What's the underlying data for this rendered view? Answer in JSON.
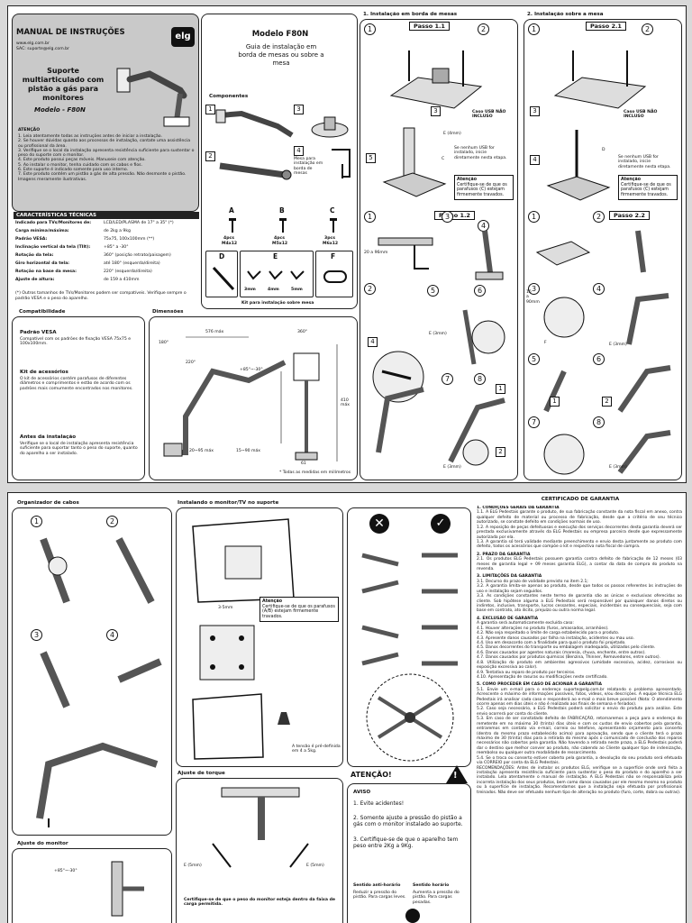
{
  "sheet1": {
    "manual": {
      "title": "MANUAL DE INSTRUÇÕES",
      "site": "www.elg.com.br",
      "sac": "SAC: suporte@elg.com.br",
      "product_title": "Suporte multiarticulado com pistão a gás para monitores",
      "model_line": "Modelo - F80N",
      "attention_title": "ATENÇÃO",
      "attention_items": [
        "1. Leia atentamente todas as instruções antes de iniciar a instalação.",
        "2. Se houver dúvidas quanto aos processos de instalação, contate uma assistência ou profissional da área.",
        "3. Verifique se o local da instalação apresenta resistência suficiente para sustentar o peso do suporte com o monitor.",
        "4. Este produto possui peças móveis. Manuseie com atenção.",
        "5. Ao instalar o monitor, tenha cuidado com os cabos e fios.",
        "6. Este suporte é indicado somente para uso interno.",
        "7. Este produto contém um pistão a gás de alta pressão. Não desmonte o pistão.",
        "Imagens meramente ilustrativas."
      ],
      "logo": "elg"
    },
    "model": {
      "title": "Modelo F80N",
      "subtitle": "Guia de instalação em borda de mesas ou sobre a mesa"
    },
    "components": {
      "title": "Componentes",
      "mesa_note": "Mesa para instalação em borda de mesas",
      "screws": [
        {
          "letter": "A",
          "qty": "4pcs",
          "size": "M4x12"
        },
        {
          "letter": "B",
          "qty": "4pcs",
          "size": "M5x12"
        },
        {
          "letter": "C",
          "qty": "3pcs",
          "size": "M6x12"
        }
      ],
      "d": "D",
      "e": "E",
      "f": "F",
      "hex_sizes": [
        "3mm",
        "4mm",
        "5mm"
      ],
      "kit_label": "Kit para instalação sobre mesa"
    },
    "specs": {
      "title": "CARACTERÍSTICAS TÉCNICAS",
      "rows": [
        {
          "k": "Indicado para TVs/Monitores de:",
          "v": "LCD/LED/PLASMA de 17\" a 35\" (*)"
        },
        {
          "k": "Carga mínima/máxima:",
          "v": "de 2kg a 9kg"
        },
        {
          "k": "Padrão VESA:",
          "v": "75x75, 100x100mm (**)"
        },
        {
          "k": "Inclinação vertical da tela (TIlt):",
          "v": "+85° a -30°"
        },
        {
          "k": "Rotação da tela:",
          "v": "360° (posição retrato/paisagem)"
        },
        {
          "k": "Giro horizontal da tela:",
          "v": "até 180° (esquerda/direita)"
        },
        {
          "k": "Rotação na base da mesa:",
          "v": "220° (esquerda/direita)"
        },
        {
          "k": "Ajuste de altura:",
          "v": "de 159 a 410mm"
        }
      ],
      "footnote": "(*) Outros tamanhos de TVs/Monitores podem ser compatíveis. Verifique sempre o padrão VESA e o peso do aparelho."
    },
    "compat": {
      "title": "Compatibilidade",
      "vesa_title": "Padrão VESA",
      "vesa_text": "Compatível com os padrões de fixação VESA 75x75 e 100x100mm.",
      "kit_title": "Kit de acessórios",
      "kit_text": "O kit de acessórios contém parafusos de diferentes diâmetros e comprimentos e estão de acordo com os padrões mais comumente encontrados nos monitores.",
      "inst_title": "Antes da instalação",
      "inst_text": "Verifique se o local de instalação apresenta resistência suficiente para suportar tanto o peso do suporte, quanto do aparelho a ser instalado."
    },
    "dims": {
      "title": "Dimensões",
      "labels": [
        "576 máx",
        "360°",
        "+85°~-30°",
        "180°",
        "220°",
        "410 máx",
        "20~95 máx",
        "15~90 máx",
        "61"
      ],
      "note": "* Todas as medidas em milímetros"
    },
    "install1": {
      "title": "1. Instalação em borda de mesas",
      "passo11": "Passo 1.1",
      "passo12": "Passo 1.2",
      "usb_note": "Caso USB NÃO INCLUSO",
      "usb_note2": "Se nenhum USB for instalado, inicie diretamente nesta etapa.",
      "attention": "Atenção",
      "attention_text": "Certifique-se de que os parafusos (C) estejam firmemente travados.",
      "e_label": "E (4mm)",
      "c_label": "C",
      "range": "20 a 96mm",
      "e3": "E (3mm)"
    },
    "install2": {
      "title": "2. Instalação sobre a mesa",
      "passo21": "Passo 2.1",
      "passo22": "Passo 2.2",
      "usb_note": "Caso USB NÃO INCLUSO",
      "usb_note2": "Se nenhum USB for instalado, inicie diretamente nesta etapa.",
      "attention": "Atenção",
      "attention_text": "Certifique-se de que os parafusos (C) estejam firmemente travados.",
      "d_label": "D",
      "range": "15 a 90mm",
      "f_label": "F",
      "e3": "E (3mm)"
    }
  },
  "sheet2": {
    "organizer": {
      "title": "Organizador de cabos"
    },
    "installing": {
      "title": "Instalando o monitor/TV no suporte",
      "attention": "Atenção",
      "attention_text": "Certifique-se de que os parafusos (A/B) estejam firmemente travados.",
      "hex": "3-5mm",
      "weight_note": "A tensão é pré-definida em 4 a 5kg."
    },
    "torque": {
      "title": "Ajuste de torque",
      "e_left": "E (5mm)",
      "e_right": "E (5mm)",
      "decrease": "Sentido anti-horário",
      "decrease_sub": "Reduzir a pressão do pistão. Para cargas leves.",
      "increase": "Sentido horário",
      "increase_sub": "Aumenta a pressão do pistão. Para cargas pesadas.",
      "footer": "Certifique-se de que o peso do monitor esteja dentro da faixa de carga permitida."
    },
    "monitor_adj": {
      "title": "Ajuste do monitor",
      "angle": "+85°~-30°"
    },
    "warning": {
      "title": "ATENÇÃO!",
      "aviso": "AVISO",
      "items": [
        "1. Evite acidentes!",
        "2. Somente ajuste a pressão do pistão a gás com o monitor instalado ao suporte.",
        "3. Certifique-se de que o aparelho tem peso entre 2Kg a 9Kg."
      ]
    },
    "warranty": {
      "title": "CERTIFICADO DE GARANTIA",
      "paragraphs": [
        "1. CONDIÇÕES GERAIS DA GARANTIA",
        "1.1. A ELG Pedestais garante o produto, de sua fabricação constante da nota fiscal em anexo, contra qualquer defeito de material ou processo de fabricação, desde que a critério de seu técnico autorizado, se constate defeito em condições normais de uso.",
        "1.2. A reposição de peças defeituosas e execução dos serviços decorrentes desta garantia deverá ser prestada exclusivamente através da ELG Pedestais ou empresa parceira desde que expressamente autorizada por ela.",
        "1.3. A garantia só terá validade mediante preenchimento e envio desta juntamente ao produto com defeito, todos os acessórios que compõe o kit e respectiva nota fiscal de compra.",
        "2. PRAZO DA GARANTIA",
        "2.1. Os produtos ELG Pedestais possuem garantia contra defeito de fabricação de 12 meses (03 meses de garantia legal + 09 meses garantia ELG), a contar da data de compra do produto na revenda.",
        "3. LIMITAÇÕES DA GARANTIA",
        "3.1. Decurso do prazo de validade previsto no item 2.1;",
        "3.2. A garantia limita-se apenas ao produto, desde que todos os passos referentes às instruções de uso e instalação sejam seguidos.",
        "3.3. As condições constantes neste termo de garantia são as únicas e exclusivas oferecidas ao cliente. Sob hipótese alguma a ELG Pedestais será responsável por quaisquer danos diretos ou indiretos, inclusive, transporte, lucros cessantes, especiais, incidentais ou consequenciais, seja com base em contrato, ato ilícito, prejuízo ou outra norma legal.",
        "4. EXCLUSÃO DE GARANTIA",
        "A garantia será automaticamente excluída caso:",
        "4.1. Houver alterações no produto (furos, amassados, arranhões).",
        "4.2. Não seja respeitado o limite de carga estabelecido para o produto.",
        "4.3. Apresente danos causados por falha na instalação, acidentes ou mau uso.",
        "4.4. Uso em desacordo com a finalidade para qual o produto foi projetado.",
        "4.5. Danos decorrentes do transporte ou embalagem inadequada, utilizados pelo cliente.",
        "4.6. Danos causados por agentes naturais (maresia, chuva, enchente, entre outros).",
        "4.7. Danos causados por produtos químicos (Benzina, Thinner, Removedores, entre outros).",
        "4.8. Utilização do produto em ambientes agressivos (umidade excessiva, acidez, corrosivos ou exposição excessiva ao calor).",
        "4.9. Tentativa ou reparo de produto por terceiros.",
        "4.10. Apresentação de rasuras ou modificações neste certificado.",
        "5. COMO PROCEDER EM CASO DE ACIONAR A GARANTIA",
        "5.1. Envie um e-mail para o endereço suporte@elg.com.br relatando o problema apresentado. Acrescente o máximo de informações possíveis, fotos, vídeos, e/ou descrições. A equipe técnica ELG Pedestais irá analisar cada caso e responderá ao e-mail o mais breve possível (Nota: O atendimento ocorre apenas em dias úteis e não é realizado aos finais de semana e feriados).",
        "5.2. Caso seja necessário, a ELG Pedestais poderá solicitar o envio do produto para análise. Este envio ocorrerá por conta do cliente.",
        "5.3. Em caso de ser constatado defeito de FABRICAÇÃO, retornaremos a peça para o endereço do remetente em no máximo 30 (trinta) dias úteis e com os custos de envio cobertos pela garantia, entraremos em contato via e-mail, correio ou telefone, apresentando orçamento para conserto (dentro do mesmo prazo estabelecido acima) para aprovação, sendo que o cliente terá o prazo máximo de 30 (trinta) dias para a retirada do mesmo após o comunicado de conclusão dos reparos necessários não cobertos pela garantia. Não havendo a retirada neste prazo, a ELG Pedestais poderá dar o destino que melhor convier ao produto, não cabendo ao Cliente qualquer tipo de indenização, reembolso ou qualquer outra modalidade de ressarcimento.",
        "5.4. Se o troca ou conserto estiver coberto pela garantia, a devolução do seu produto será efetuada via CORREIO por conta da ELG Pedestais.",
        "RECOMENDAÇÕES: Antes de instalar os produtos ELG, verifique se a superfície onde será feita a instalação apresenta resistência suficiente para sustentar o peso do produto e do aparelho a ser instalado. Lela atentamente o manual de instalação. A ELG Pedestais não se responsabiliza pela incorreta instalação dos seus produtos, bem como danos causados por ele mesmo mesmo no produto ou à superfície de instalação. Recomendamos que a instalação seja efetuada por profissionais treinados. Não deve ser efetuado nenhum tipo de alteração no produto (furo, corte, dobra ou outras)."
      ]
    }
  }
}
